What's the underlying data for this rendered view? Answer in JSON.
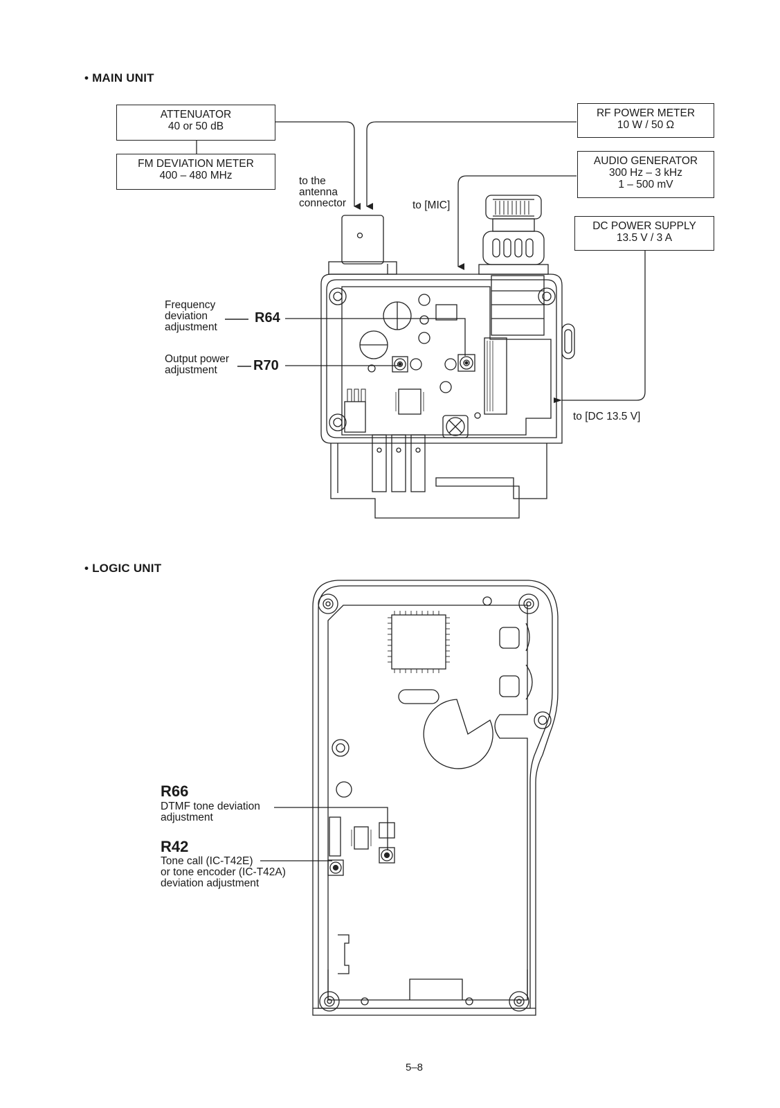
{
  "main_unit": {
    "title": "• MAIN UNIT",
    "attenuator": {
      "line1": "ATTENUATOR",
      "line2": "40 or 50 dB"
    },
    "fm_deviation_meter": {
      "line1": "FM DEVIATION METER",
      "line2": "400 – 480 MHz"
    },
    "rf_power_meter": {
      "line1": "RF POWER METER",
      "line2": "10 W / 50 Ω"
    },
    "audio_generator": {
      "line1": "AUDIO GENERATOR",
      "line2": "300 Hz – 3 kHz",
      "line3": "1 – 500 mV"
    },
    "dc_power_supply": {
      "line1": "DC POWER SUPPLY",
      "line2": "13.5 V / 3 A"
    },
    "antenna_label": {
      "line1": "to the",
      "line2": "antenna",
      "line3": "connector"
    },
    "mic_label": "to [MIC]",
    "dc_label": "to [DC 13.5 V]",
    "freq_dev": {
      "line1": "Frequency",
      "line2": "deviation",
      "line3": "adjustment",
      "ref": "R64"
    },
    "output_power": {
      "line1": "Output power",
      "line2": "adjustment",
      "ref": "R70"
    }
  },
  "logic_unit": {
    "title": "• LOGIC UNIT",
    "r66": {
      "ref": "R66",
      "line1": "DTMF tone deviation",
      "line2": "adjustment"
    },
    "r42": {
      "ref": "R42",
      "line1": "Tone call (IC-T42E)",
      "line2": "or tone encoder (IC-T42A)",
      "line3": "deviation adjustment"
    }
  },
  "page_number": "5–8"
}
